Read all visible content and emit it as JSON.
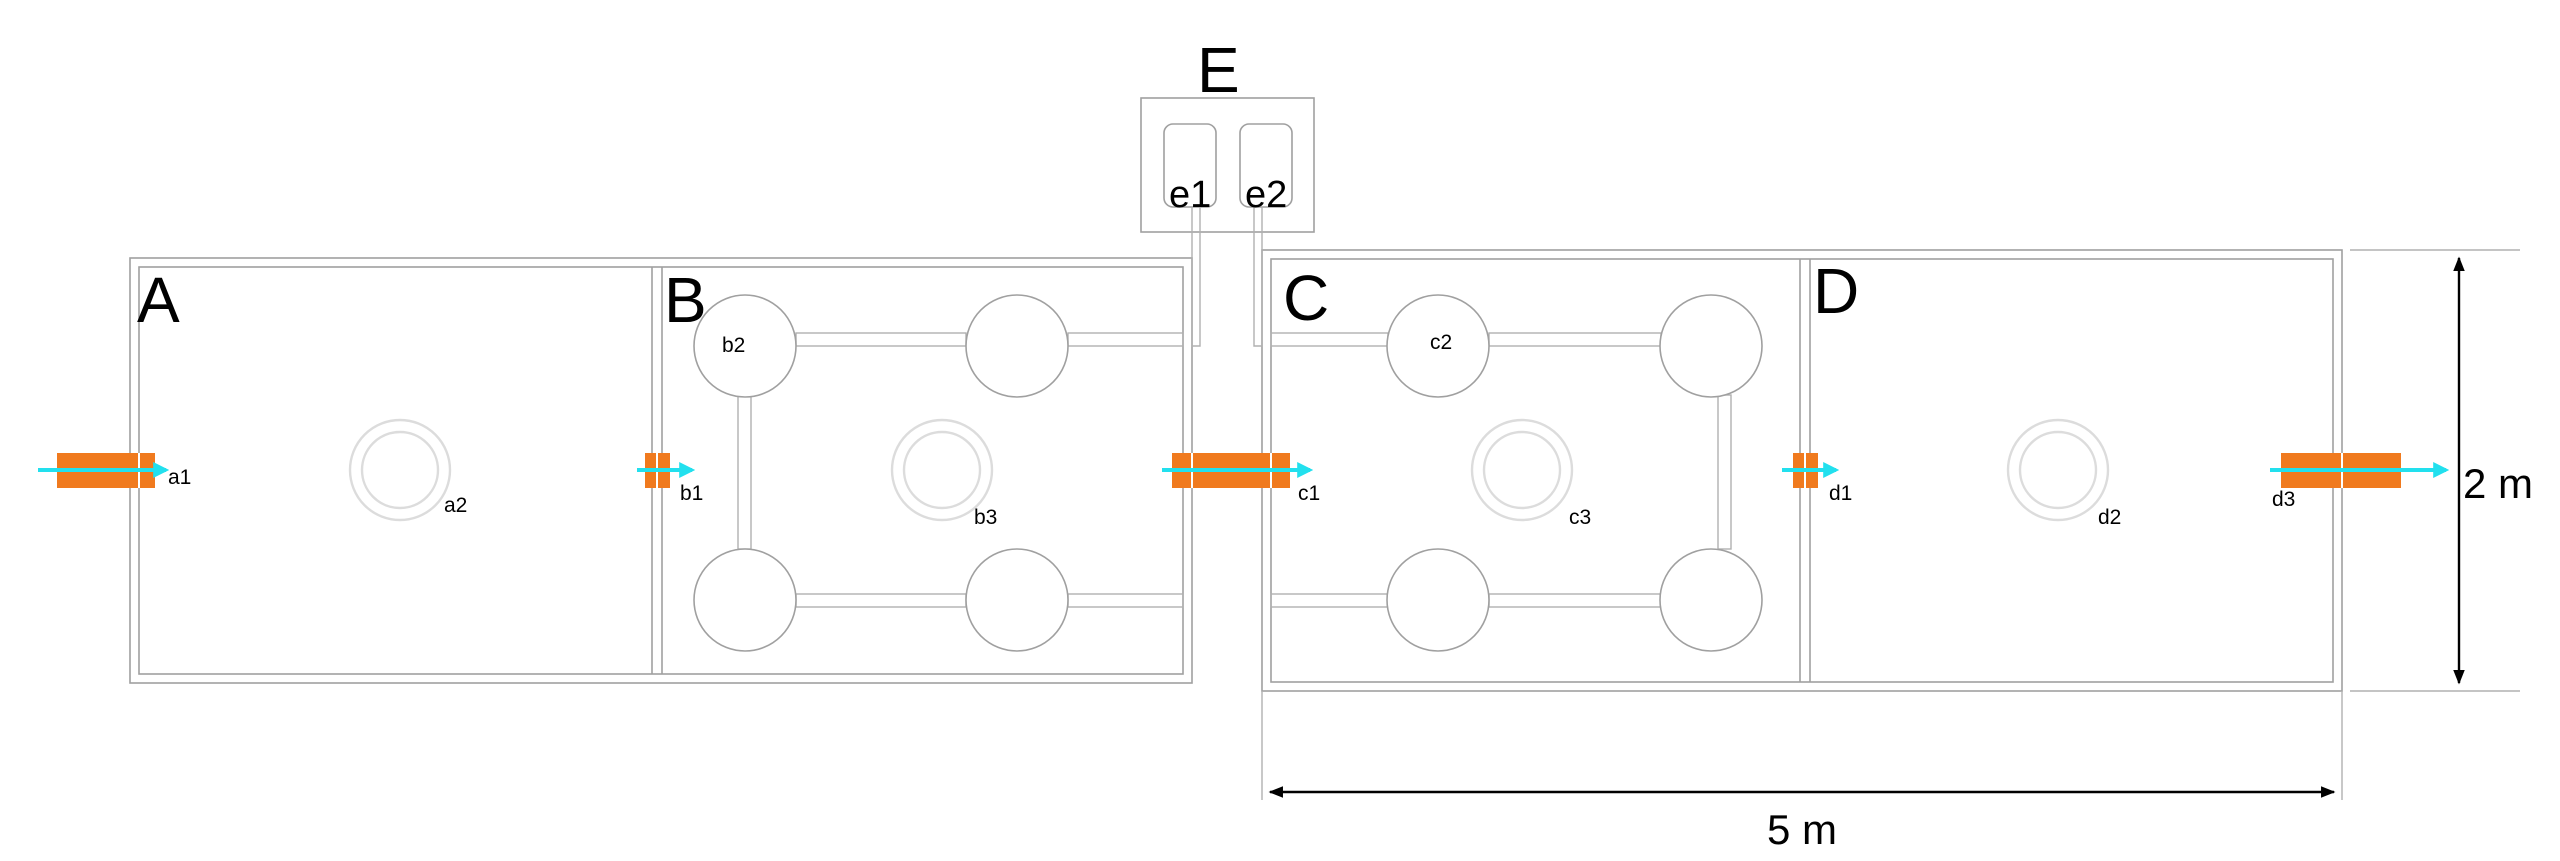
{
  "chambers": {
    "A": "A",
    "B": "B",
    "C": "C",
    "D": "D",
    "E": "E"
  },
  "labels": {
    "a1": "a1",
    "a2": "a2",
    "b1": "b1",
    "b2": "b2",
    "b3": "b3",
    "c1": "c1",
    "c2": "c2",
    "c3": "c3",
    "d1": "d1",
    "d2": "d2",
    "d3": "d3",
    "e1": "e1",
    "e2": "e2"
  },
  "dimensions": {
    "height": "2 m",
    "length": "5 m"
  },
  "colors": {
    "flow_arrow": "#22e0ee",
    "pipe_section": "#f07a1e",
    "wall": "#a0a0a0",
    "dimension_line": "#000000"
  }
}
